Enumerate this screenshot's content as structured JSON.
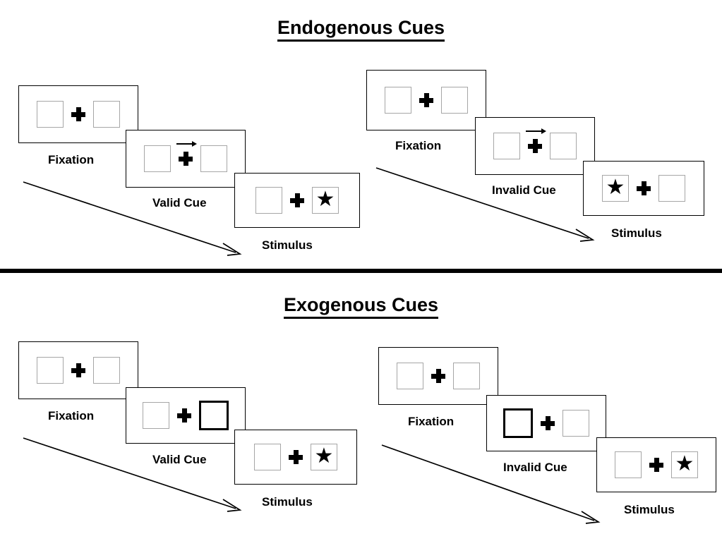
{
  "sections": [
    {
      "id": "endogenous",
      "title": "Endogenous Cues",
      "cue_type": "arrow-cue",
      "columns": [
        {
          "id": "valid",
          "frames": [
            {
              "label": "Fixation",
              "left_box": "empty",
              "right_box": "empty",
              "cue": "none",
              "cue_side": "none"
            },
            {
              "label": "Valid Cue",
              "left_box": "empty",
              "right_box": "empty",
              "cue": "arrow-right",
              "cue_side": "right"
            },
            {
              "label": "Stimulus",
              "left_box": "empty",
              "right_box": "star",
              "cue": "none",
              "cue_side": "none"
            }
          ]
        },
        {
          "id": "invalid",
          "frames": [
            {
              "label": "Fixation",
              "left_box": "empty",
              "right_box": "empty",
              "cue": "none",
              "cue_side": "none"
            },
            {
              "label": "Invalid Cue",
              "left_box": "empty",
              "right_box": "empty",
              "cue": "arrow-right",
              "cue_side": "right"
            },
            {
              "label": "Stimulus",
              "left_box": "star",
              "right_box": "empty",
              "cue": "none",
              "cue_side": "none"
            }
          ]
        }
      ]
    },
    {
      "id": "exogenous",
      "title": "Exogenous Cues",
      "cue_type": "box-flash-cue",
      "columns": [
        {
          "id": "valid",
          "frames": [
            {
              "label": "Fixation",
              "left_box": "empty",
              "right_box": "empty",
              "cue": "none",
              "cue_side": "none"
            },
            {
              "label": "Valid Cue",
              "left_box": "empty",
              "right_box": "cued",
              "cue": "box-flash",
              "cue_side": "right"
            },
            {
              "label": "Stimulus",
              "left_box": "empty",
              "right_box": "star",
              "cue": "none",
              "cue_side": "none"
            }
          ]
        },
        {
          "id": "invalid",
          "frames": [
            {
              "label": "Fixation",
              "left_box": "empty",
              "right_box": "empty",
              "cue": "none",
              "cue_side": "none"
            },
            {
              "label": "Invalid Cue",
              "left_box": "cued",
              "right_box": "empty",
              "cue": "box-flash",
              "cue_side": "left"
            },
            {
              "label": "Stimulus",
              "left_box": "empty",
              "right_box": "star",
              "cue": "none",
              "cue_side": "none"
            }
          ]
        }
      ]
    }
  ],
  "glyphs": {
    "star": "★",
    "fixation_cross": "plus-cross",
    "cue_arrow": "arrow-right"
  },
  "colors": {
    "ink": "#000000",
    "box_border": "#a6a6a6",
    "cued_box_border": "#000000",
    "panel_border": "#000000",
    "background": "#ffffff"
  },
  "time_arrows": [
    {
      "id": "endogenous-valid-time-arrow",
      "meaning": "time-progression"
    },
    {
      "id": "endogenous-invalid-time-arrow",
      "meaning": "time-progression"
    },
    {
      "id": "exogenous-valid-time-arrow",
      "meaning": "time-progression"
    },
    {
      "id": "exogenous-invalid-time-arrow",
      "meaning": "time-progression"
    }
  ]
}
